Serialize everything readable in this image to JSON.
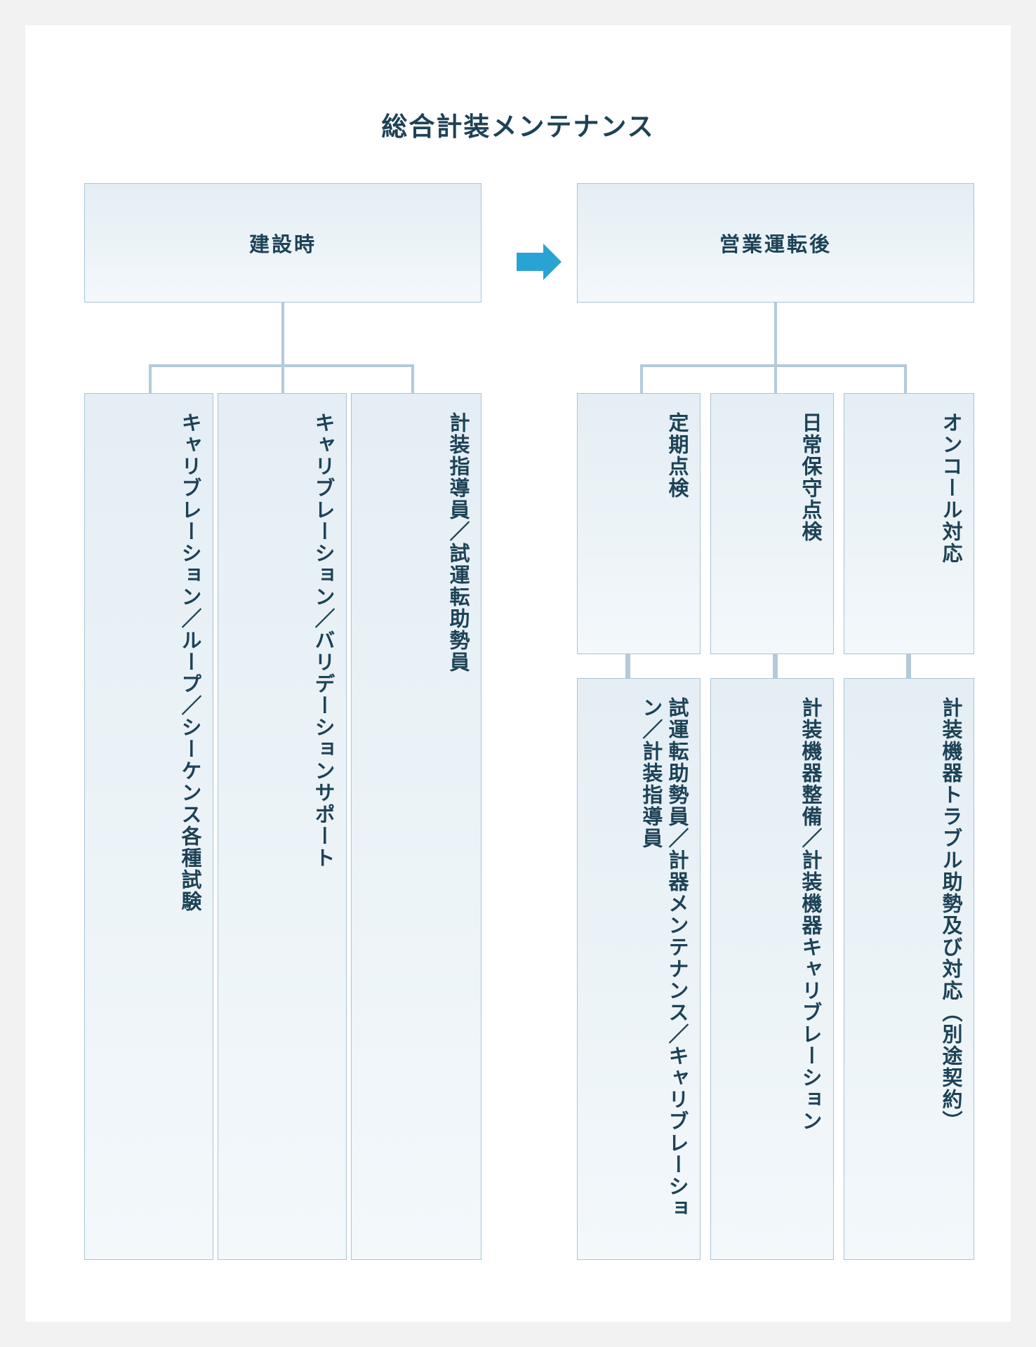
{
  "title": "総合計装メンテナンス",
  "colors": {
    "text": "#1d4256",
    "box_border": "#a8c4d6",
    "box_fill_top": "#e4eef4",
    "box_fill_bottom": "#f3f8fb",
    "connector": "#b3cada",
    "arrow": "#29a3d4",
    "page_background": "#f2f2f2",
    "canvas": "#ffffff"
  },
  "flow_arrow": {
    "name": "right-arrow",
    "from": "建設時",
    "to": "営業運転後"
  },
  "branches": [
    {
      "id": "construction",
      "heading": "建設時",
      "children": [
        {
          "id": "construction-1",
          "label": "キャリブレーション／ループ／シーケンス各種試験",
          "children": []
        },
        {
          "id": "construction-2",
          "label": "キャリブレーション／バリデーションサポート",
          "children": []
        },
        {
          "id": "construction-3",
          "label": "計装指導員／試運転助勢員",
          "children": []
        }
      ]
    },
    {
      "id": "operation",
      "heading": "営業運転後",
      "children": [
        {
          "id": "operation-1",
          "label": "定期点検",
          "children": [
            {
              "id": "operation-1-detail",
              "label": "試運転助勢員／計器メンテナンス／キャリブレーション／計装指導員"
            }
          ]
        },
        {
          "id": "operation-2",
          "label": "日常保守点検",
          "children": [
            {
              "id": "operation-2-detail",
              "label": "計装機器整備／計装機器キャリブレーション"
            }
          ]
        },
        {
          "id": "operation-3",
          "label": "オンコール対応",
          "children": [
            {
              "id": "operation-3-detail",
              "label": "計装機器トラブル助勢及び対応（別途契約）"
            }
          ]
        }
      ]
    }
  ]
}
